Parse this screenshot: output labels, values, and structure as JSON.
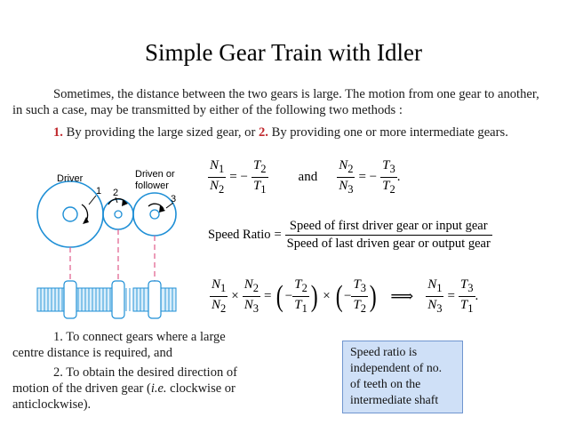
{
  "title": "Simple Gear Train with Idler",
  "intro_line1": "Sometimes, the distance between the two gears is large. The motion from one gear to another,",
  "intro_line2": "in such a case, may be transmitted by either of the following two methods :",
  "method_num1": "1.",
  "method_text1": " By providing the large sized gear, or ",
  "method_num2": "2.",
  "method_text2": " By providing one or more intermediate gears.",
  "figure": {
    "driver_label": "Driver",
    "driven_label_line1": "Driven or",
    "driven_label_line2": "follower",
    "gear_num1": "1",
    "gear_num2": "2",
    "gear_num3": "3"
  },
  "eq1": {
    "lhs_num": "N",
    "lhs_num_sub": "1",
    "lhs_den": "N",
    "lhs_den_sub": "2",
    "rhs_num": "T",
    "rhs_num_sub": "2",
    "rhs_den": "T",
    "rhs_den_sub": "1",
    "and_text": "and",
    "lhs2_num": "N",
    "lhs2_num_sub": "2",
    "lhs2_den": "N",
    "lhs2_den_sub": "3",
    "rhs2_num": "T",
    "rhs2_num_sub": "3",
    "rhs2_den": "T",
    "rhs2_den_sub": "2"
  },
  "speed_ratio": {
    "label": "Speed Ratio",
    "numerator": "Speed of first driver gear or input gear",
    "denominator": "Speed of last driven gear or output gear"
  },
  "eq3": {
    "n1": "N",
    "n1_sub": "1",
    "n2": "N",
    "n2_sub": "2",
    "n2b": "N",
    "n2b_sub": "2",
    "n3": "N",
    "n3_sub": "3",
    "t2": "T",
    "t2_sub": "2",
    "t1": "T",
    "t1_sub": "1",
    "t3": "T",
    "t3_sub": "3",
    "t2b": "T",
    "t2b_sub": "2",
    "rn1": "N",
    "rn1_sub": "1",
    "rn3": "N",
    "rn3_sub": "3",
    "rt3": "T",
    "rt3_sub": "3",
    "rt1": "T",
    "rt1_sub": "1"
  },
  "notes": {
    "note1_line1": "1. To connect gears where a large",
    "note1_line2": "centre distance is required, and",
    "note2_line1": "2. To obtain the desired direction of",
    "note2_line2_pre": "motion of the driven gear (",
    "note2_line2_ie": "i.e.",
    "note2_line2_post": " clockwise or",
    "note2_line3": "anticlockwise)."
  },
  "callout": {
    "line1": "Speed  ratio is",
    "line2": "independent of no.",
    "line3": "of teeth on the",
    "line4": "intermediate shaft"
  },
  "colors": {
    "accent_red": "#c0282d",
    "gear_blue": "#1e8fd6",
    "rod_red": "#e05a8a",
    "callout_bg": "#cfe0f7"
  }
}
